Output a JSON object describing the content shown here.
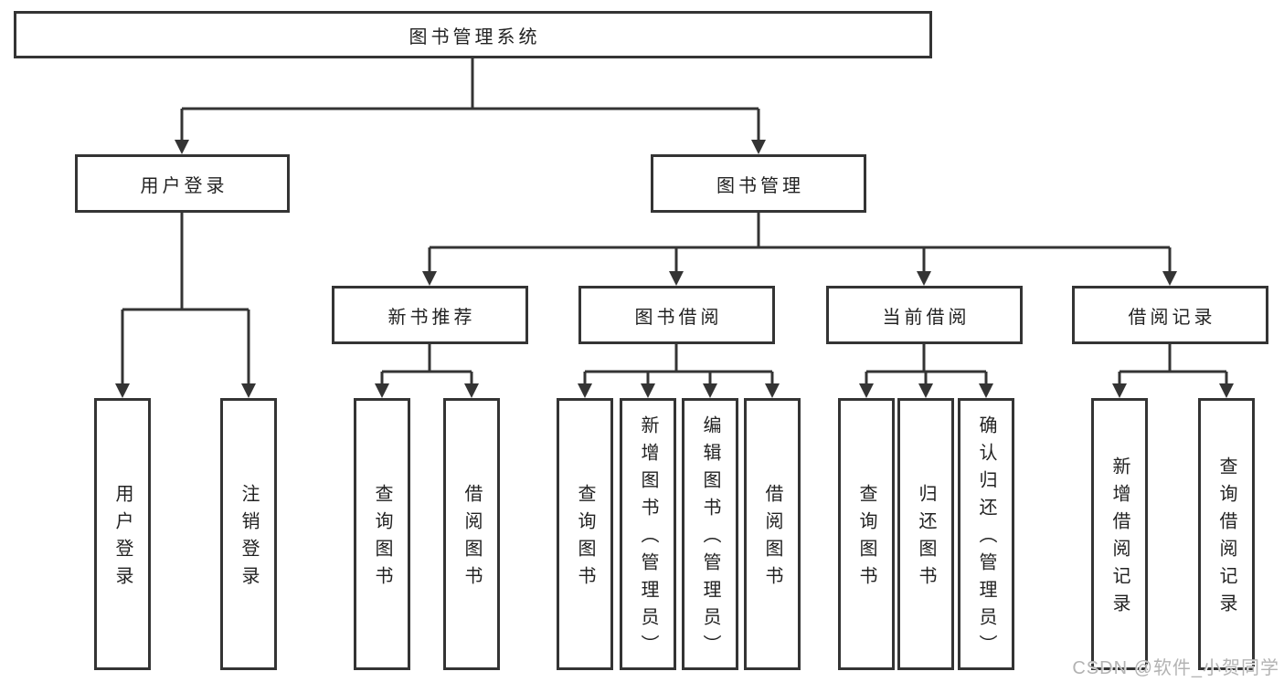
{
  "diagram": {
    "root": {
      "label": "图书管理系统"
    },
    "level2": [
      {
        "label": "用户登录"
      },
      {
        "label": "图书管理"
      }
    ],
    "level3": [
      {
        "label": "新书推荐"
      },
      {
        "label": "图书借阅"
      },
      {
        "label": "当前借阅"
      },
      {
        "label": "借阅记录"
      }
    ],
    "leaves": {
      "userLogin": [
        {
          "label": "用户登录"
        },
        {
          "label": "注销登录"
        }
      ],
      "newBookRecommend": [
        {
          "label": "查询图书"
        },
        {
          "label": "借阅图书"
        }
      ],
      "bookBorrow": [
        {
          "label": "查询图书"
        },
        {
          "label": "新增图书（管理员）"
        },
        {
          "label": "编辑图书（管理员）"
        },
        {
          "label": "借阅图书"
        }
      ],
      "currentBorrow": [
        {
          "label": "查询图书"
        },
        {
          "label": "归还图书"
        },
        {
          "label": "确认归还（管理员）"
        }
      ],
      "borrowRecords": [
        {
          "label": "新增借阅记录"
        },
        {
          "label": "查询借阅记录"
        }
      ]
    }
  },
  "watermark": {
    "text": "CSDN @软件_小贺同学"
  },
  "colors": {
    "line": "#343434",
    "text": "#222222",
    "background": "#ffffff",
    "watermark": "#b3b3b3"
  }
}
